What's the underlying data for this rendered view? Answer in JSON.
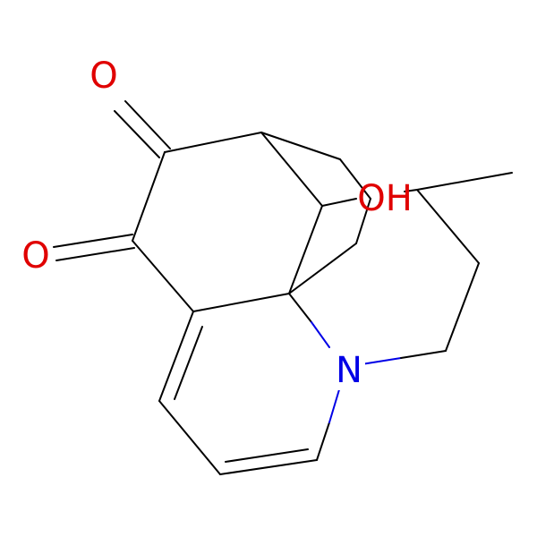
{
  "molecule": {
    "atoms": [
      {
        "id": "o1",
        "text": "O",
        "color": "#e00000"
      },
      {
        "id": "o2",
        "text": "O",
        "color": "#e00000"
      },
      {
        "id": "oh",
        "text": "OH",
        "color": "#e00000"
      },
      {
        "id": "n1",
        "text": "N",
        "color": "#0000e6"
      }
    ],
    "bond_color": "#000000"
  }
}
